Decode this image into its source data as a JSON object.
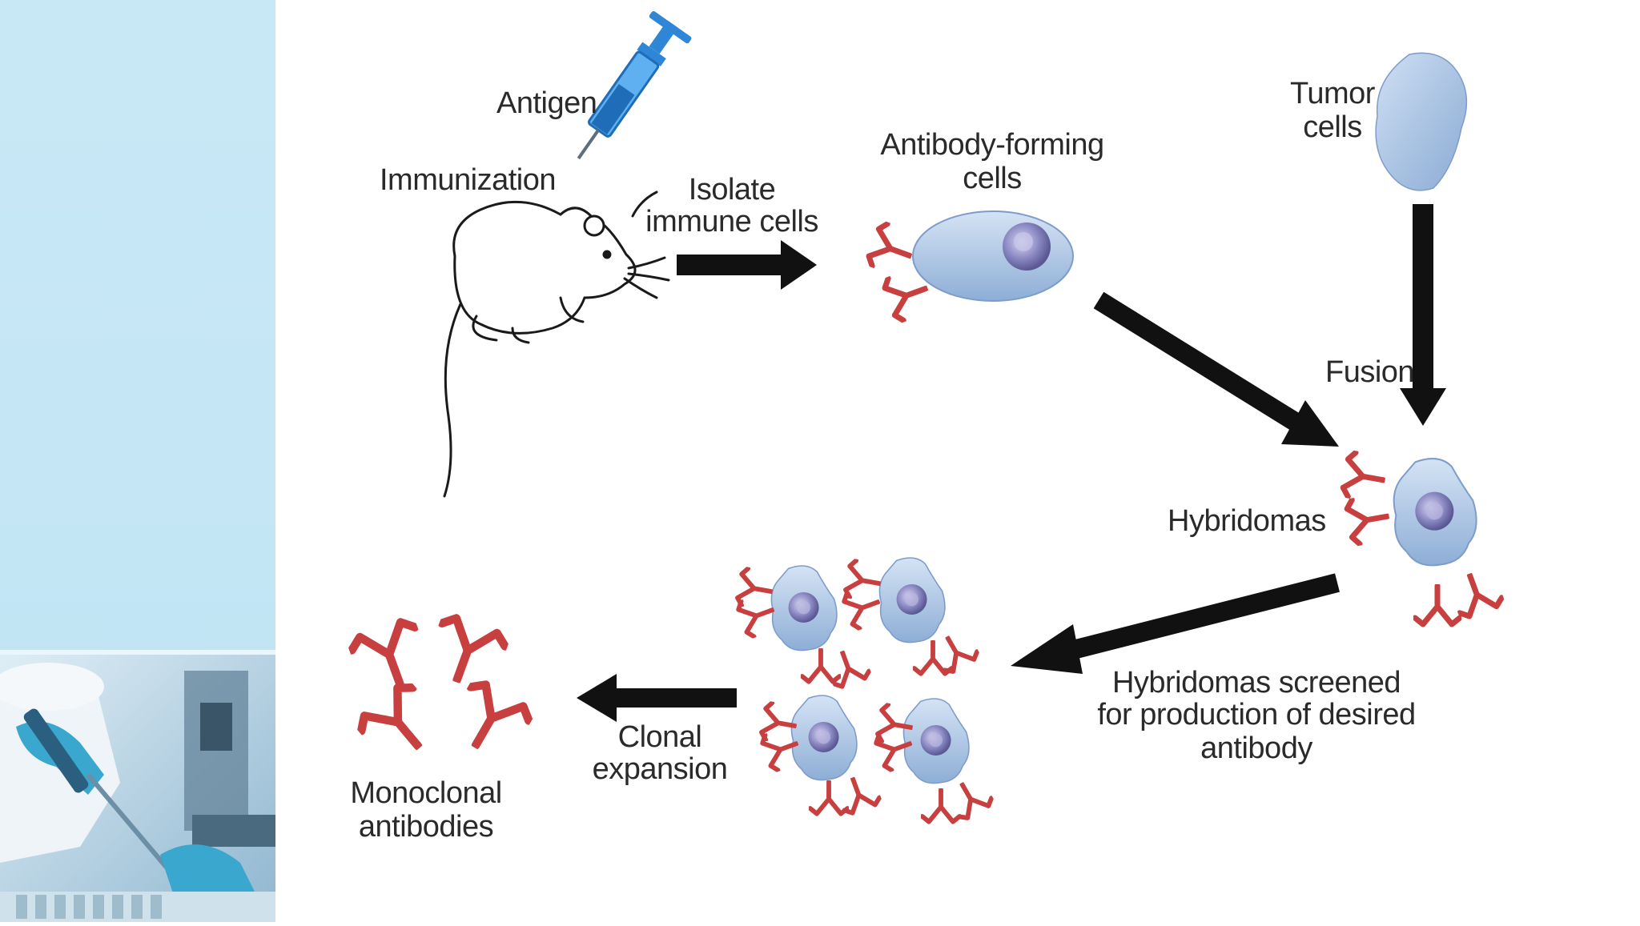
{
  "diagram": {
    "labels": {
      "antigen": "Antigen",
      "immunization": "Immunization",
      "isolate_line1": "Isolate",
      "isolate_line2": "immune cells",
      "afc_line1": "Antibody-forming",
      "afc_line2": "cells",
      "tumor_line1": "Tumor",
      "tumor_line2": "cells",
      "fusion": "Fusion",
      "hybridomas": "Hybridomas",
      "screened_line1": "Hybridomas screened",
      "screened_line2": "for production of desired",
      "screened_line3": "antibody",
      "clonal_line1": "Clonal",
      "clonal_line2": "expansion",
      "mono_line1": "Monoclonal",
      "mono_line2": "antibodies"
    },
    "colors": {
      "cell_fill": "#a9c6e8",
      "nucleus": "#8a88c2",
      "antibody": "#c73f3f",
      "arrow": "#111111",
      "syringe": "#2f86d6",
      "sidebar": "#c9e8f6"
    }
  }
}
